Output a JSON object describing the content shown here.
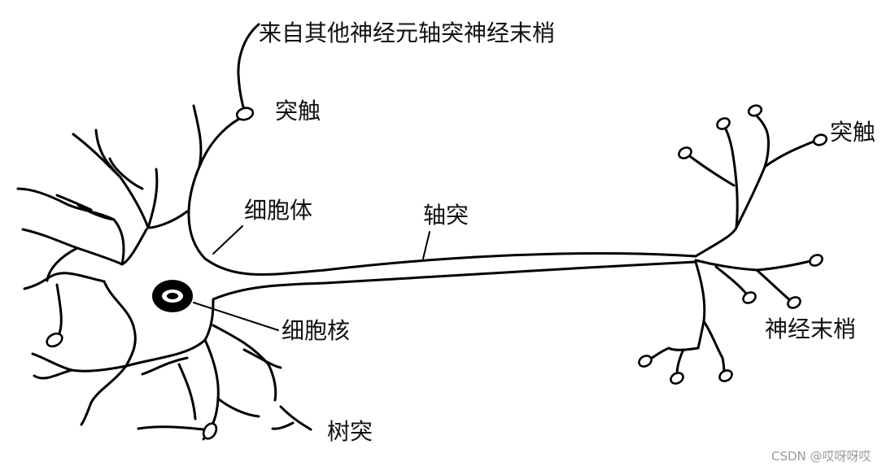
{
  "labels": {
    "from_other_neuron": "来自其他神经元轴突神经末梢",
    "synapse_top": "突触",
    "synapse_right": "突触",
    "cell_body": "细胞体",
    "axon": "轴突",
    "nucleus": "细胞核",
    "dendrite": "树突",
    "nerve_terminal": "神经末梢"
  },
  "watermark": "CSDN @哎呀呀哎"
}
